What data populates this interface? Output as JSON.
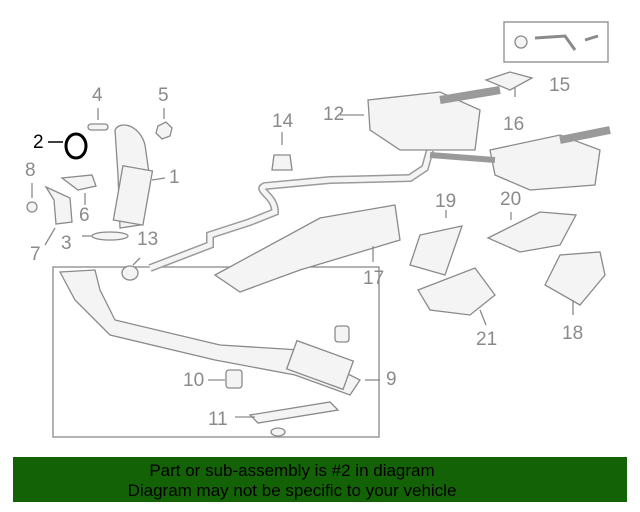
{
  "diagram": {
    "title": "Exhaust system parts diagram",
    "selected_part": "2",
    "callouts": [
      "1",
      "2",
      "3",
      "4",
      "5",
      "6",
      "7",
      "8",
      "9",
      "10",
      "11",
      "12",
      "13",
      "14",
      "15",
      "16",
      "17",
      "18",
      "19",
      "20",
      "21"
    ],
    "colors": {
      "line": "#8a8a8a",
      "selected": "#000000",
      "banner": "#136306"
    }
  },
  "banner": {
    "line1": "Part or sub-assembly is #2 in diagram",
    "line2": "Diagram may not be specific to your vehicle"
  }
}
